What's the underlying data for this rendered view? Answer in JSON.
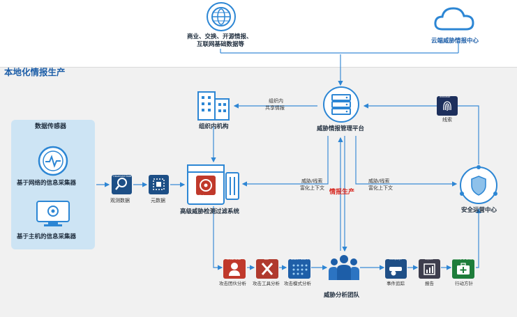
{
  "top_source": {
    "line1": "商业、交换、开源情报、",
    "line2": "互联网基础数据等"
  },
  "cloud_center": {
    "label": "云端威胁情报中心"
  },
  "local_section": {
    "title": "本地化情报生产"
  },
  "sensors": {
    "title": "数据传感器",
    "network_label": "基于网络的信息采集器",
    "host_label": "基于主机的信息采集器"
  },
  "flow": {
    "observed_data": "观测数据",
    "metadata": "元数据",
    "detection_system": "高级威胁检测过滤系统",
    "org_internal": "组织内机构",
    "share_line1": "组织内",
    "share_line2": "共享情报",
    "platform": "威胁情报管理平台",
    "clue_label": "线索",
    "enrich_left_line1": "威胁/线索",
    "enrich_left_line2": "富化上下文",
    "enrich_right_line1": "威胁/线索",
    "enrich_right_line2": "富化上下文",
    "intel_production": "情报生产",
    "soc": "安全运营中心",
    "team": "威胁分析团队"
  },
  "bottom_outputs": [
    {
      "label": "攻击团伙分析",
      "icon_caption": "Threat Actor",
      "color": "#c0392b"
    },
    {
      "label": "攻击工具分析",
      "icon_caption": "Tool",
      "color": "#b03a2e"
    },
    {
      "label": "攻击模式分析",
      "icon_caption": "Attack Pattern",
      "color": "#1f5fa8"
    },
    {
      "label": "事件追踪",
      "icon_caption": "Campaign",
      "color": "#1f4f86"
    },
    {
      "label": "报告",
      "icon_caption": "Report",
      "color": "#3d3d4d"
    },
    {
      "label": "行动方针",
      "icon_caption": "Course of Action",
      "color": "#1e7d3a"
    }
  ],
  "icon_captions": {
    "observed": "Observed Data",
    "indicator": "Indicator",
    "malware": "Malware"
  },
  "colors": {
    "accent_blue": "#1d74c9",
    "line_blue": "#3b8bd6",
    "panel_bg": "#f2f2f2",
    "sensor_bg": "#cfe6f5",
    "red_label": "#d7261e"
  }
}
